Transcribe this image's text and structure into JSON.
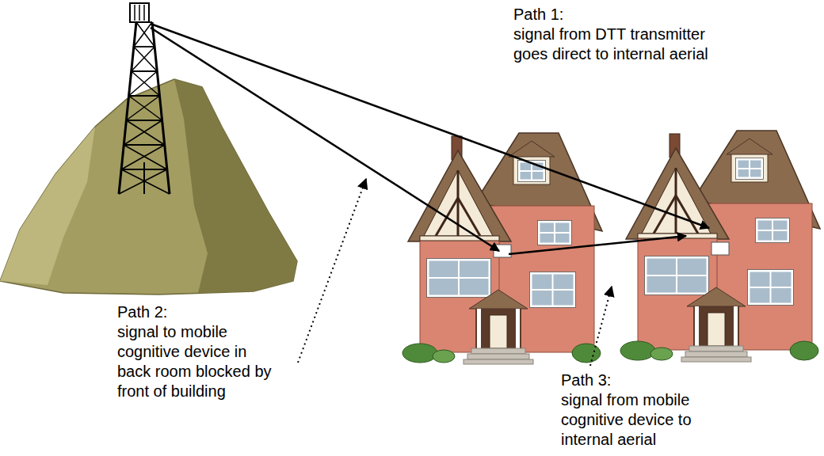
{
  "diagram": {
    "labels": [
      "Path 1:",
      "signal from DTT transmitter goes direct to internal aerial",
      "Path 2:",
      "signal to mobile cognitive device in back room blocked by front of building",
      "Path 3:",
      "signal from mobile cognitive device to internal aerial"
    ]
  }
}
